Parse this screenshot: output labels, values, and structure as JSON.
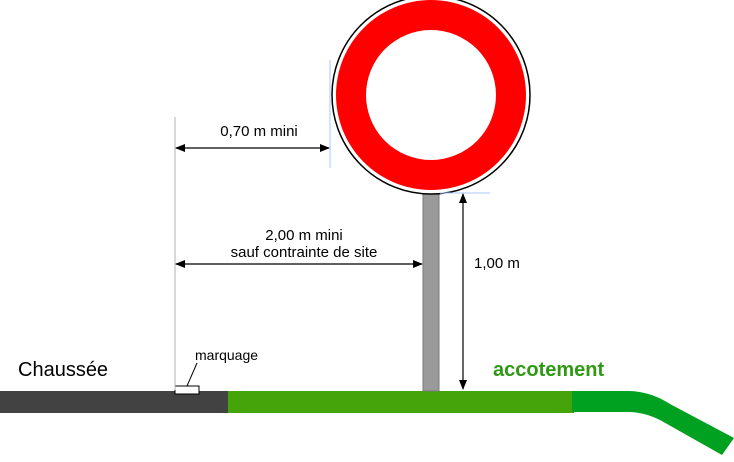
{
  "labels": {
    "dim_070": "0,70 m mini",
    "dim_200_line1": "2,00 m mini",
    "dim_200_line2": "sauf contrainte de site",
    "dim_100": "1,00 m",
    "chaussee": "Chaussée",
    "marquage": "marquage",
    "accotement": "accotement"
  },
  "colors": {
    "sign_red": "#ff0000",
    "sign_border": "#000000",
    "post": "#9a9a9a",
    "road": "#424242",
    "shoulder": "#44a40a",
    "slope": "#00a020",
    "accotement_text": "#2e9a14",
    "guide_line": "#a8c8ff"
  }
}
